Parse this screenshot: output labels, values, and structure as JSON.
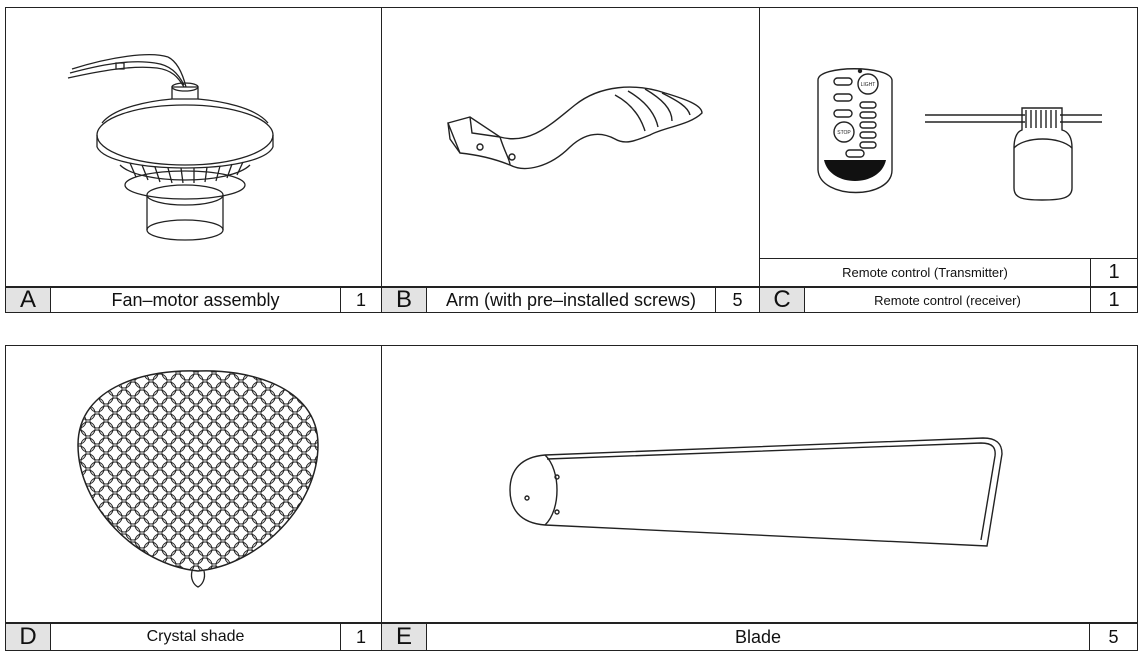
{
  "parts": {
    "A": {
      "letter": "A",
      "name": "Fan–motor assembly",
      "qty": "1"
    },
    "B": {
      "letter": "B",
      "name": "Arm (with pre–installed screws)",
      "qty": "5"
    },
    "C": {
      "letter": "C",
      "transmitter_name": "Remote control (Transmitter)",
      "transmitter_qty": "1",
      "receiver_name": "Remote control (receiver)",
      "receiver_qty": "1",
      "remote_buttons": {
        "light": "LIGHT",
        "stop": "STOP"
      }
    },
    "D": {
      "letter": "D",
      "name": "Crystal shade",
      "qty": "1"
    },
    "E": {
      "letter": "E",
      "name": "Blade",
      "qty": "5"
    }
  }
}
